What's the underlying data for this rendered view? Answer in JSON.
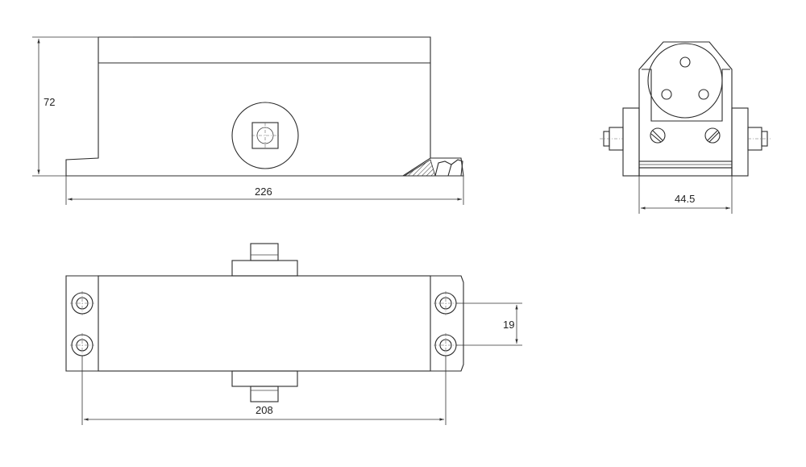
{
  "dimensions": {
    "side_height": "72",
    "side_length": "226",
    "end_width": "44.5",
    "hole_spacing_vertical": "19",
    "hole_spacing_horizontal": "208"
  },
  "colors": {
    "line": "#2b2b2b",
    "background": "#ffffff"
  }
}
